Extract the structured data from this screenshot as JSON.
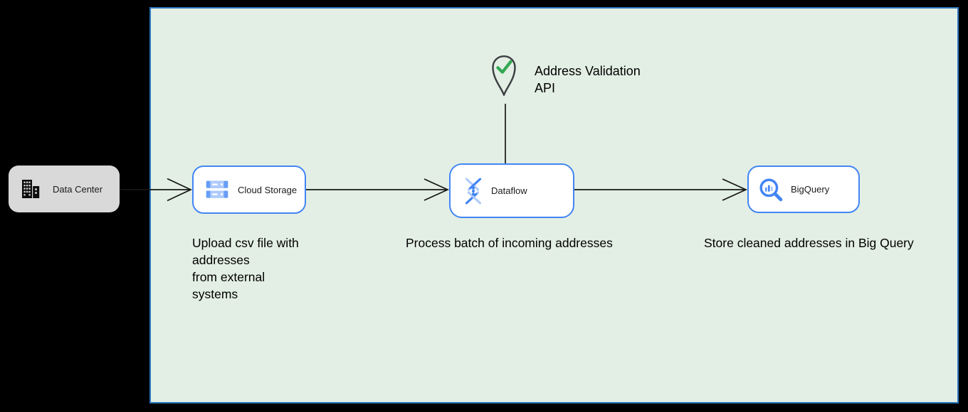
{
  "colors": {
    "canvas_bg": "#000000",
    "panel_fill": "#e3efe5",
    "panel_border": "#2c76bb",
    "node_border": "#4285f4",
    "google_blue": "#4285f4",
    "google_blue_mid": "#669df6",
    "google_blue_light": "#aecbfa",
    "check_green": "#34a853",
    "data_center_fill": "#d9d9d9",
    "connector": "#161616",
    "text": "#000000"
  },
  "nodes": {
    "data_center": {
      "label": "Data Center",
      "icon": "building-icon"
    },
    "cloud_storage": {
      "label": "Cloud Storage",
      "icon": "cloud-storage-icon"
    },
    "dataflow": {
      "label": "Dataflow",
      "icon": "dataflow-icon"
    },
    "bigquery": {
      "label": "BigQuery",
      "icon": "bigquery-icon"
    }
  },
  "annotation": {
    "icon": "location-pin-check-icon",
    "line1": "Address Validation",
    "line2": "API"
  },
  "captions": {
    "cloud_storage_lines": [
      "Upload csv file with",
      "addresses",
      "from external",
      "systems"
    ],
    "dataflow": "Process batch of incoming addresses",
    "bigquery": "Store cleaned addresses in Big Query"
  }
}
